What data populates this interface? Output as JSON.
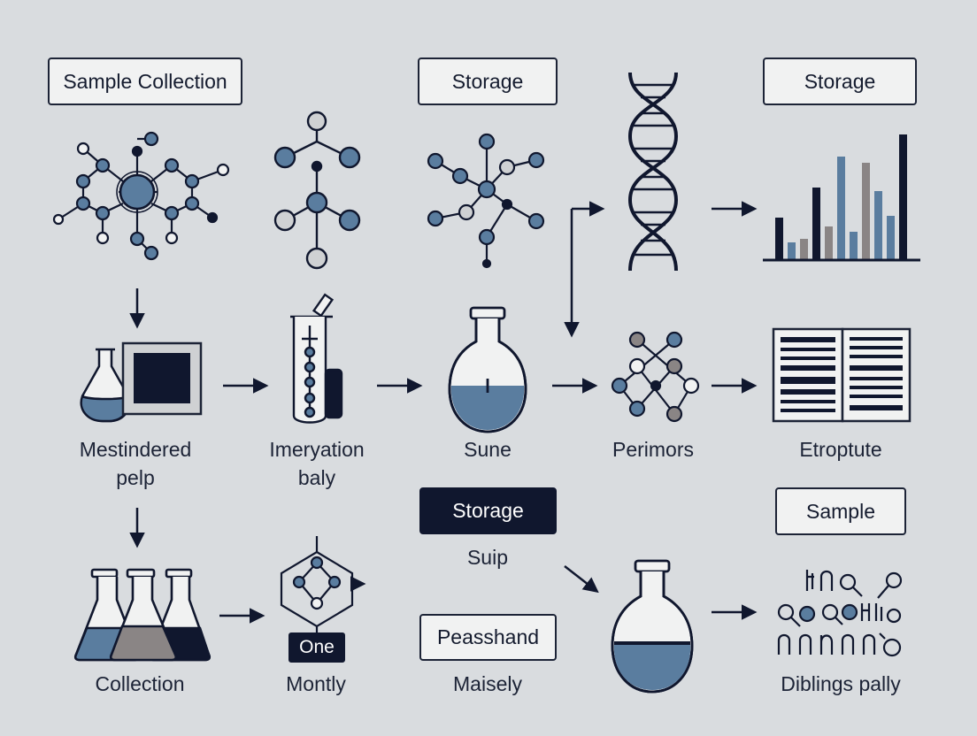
{
  "boxes": {
    "sample_collection": "Sample Collection",
    "storage_1": "Storage",
    "storage_2": "Storage",
    "storage_dark": "Storage",
    "sample": "Sample",
    "peasshand": "Peasshand",
    "one": "One"
  },
  "labels": {
    "mestindered": [
      "Mestindered",
      "pelp"
    ],
    "imeryation": [
      "Imeryation",
      "baly"
    ],
    "sune": "Sune",
    "perimors": "Perimors",
    "etroptute": "Etroptute",
    "suip": "Suip",
    "collection": "Collection",
    "montly": "Montly",
    "maisely": "Maisely",
    "diblings": "Diblings pally"
  },
  "colors": {
    "navy": "#10172e",
    "blue": "#5a7d9f",
    "gray": "#8a8585",
    "light_gray": "#cfd1d3",
    "background": "#d9dcdf",
    "box_fill": "#f1f2f2"
  },
  "icons": [
    "molecule-network-icon",
    "molecule-tree-icon",
    "molecule-branch-icon",
    "dna-helix-icon",
    "bar-chart-icon",
    "beaker-icon",
    "storage-panel-icon",
    "test-tube-icon",
    "round-flask-icon",
    "crossed-network-icon",
    "document-table-icon",
    "erlenmeyer-flasks-icon",
    "hexagon-network-icon",
    "round-flask-icon",
    "symbol-cluster-icon"
  ]
}
